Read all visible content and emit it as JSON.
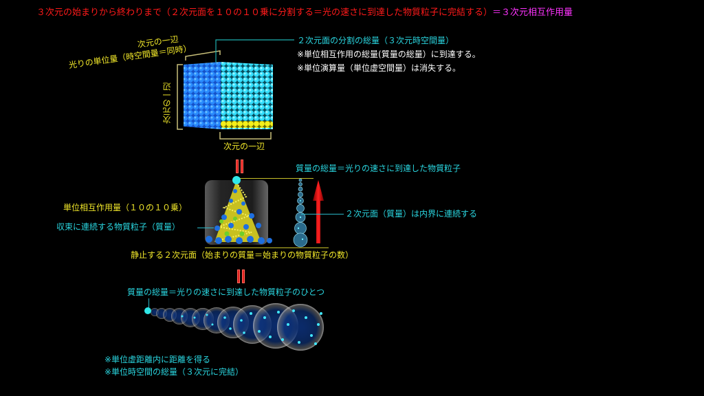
{
  "title": {
    "main": "３次元の始まりから終わりまで（２次元面を１０の１０乗に分割する＝光の速さに到達した物質粒子に完結する）",
    "suffix": "＝３次元相互作用量",
    "main_color": "#ff1a1a",
    "suffix_color": "#ff33ff"
  },
  "cube_section": {
    "label_top_edge": "次元の一辺",
    "label_light_unit": "光りの単位量（時空間量＝同時）",
    "label_vertical_edge": "次元の一辺",
    "label_bottom_edge": "次元の一辺",
    "callout_title": "２次元面の分割の総量（３次元時空間量）",
    "note1": "※単位相互作用の総量(質量の総量）に到達する。",
    "note2": "※単位演算量（単位虚空間量）は消失する。"
  },
  "equals_sign_1": "＝",
  "cone_section": {
    "label_top": "質量の総量＝光りの速さに到達した物質粒子",
    "label_unit_interaction": "単位相互作用量（１０の１０乗）",
    "label_converging": "収束に連続する物質粒子（質量）",
    "label_2d_surface": "２次元面（質量）は内界に連続する",
    "label_static": "静止する２次元面（始まりの質量＝始まりの物質粒子の数）"
  },
  "equals_sign_2": "＝",
  "chain_section": {
    "label_top": "質量の総量＝光りの速さに到達した物質粒子のひとつ",
    "note1": "※単位虚距離内に距離を得る",
    "note2": "※単位時空間の総量（３次元に完結）"
  },
  "colors": {
    "yellow": "#f2e82a",
    "cyan": "#2ad6e0",
    "white": "#ffffff",
    "cube_blue": "#1e7fff",
    "cube_cyan": "#2fdfff",
    "arrow_red": "#e01010"
  }
}
